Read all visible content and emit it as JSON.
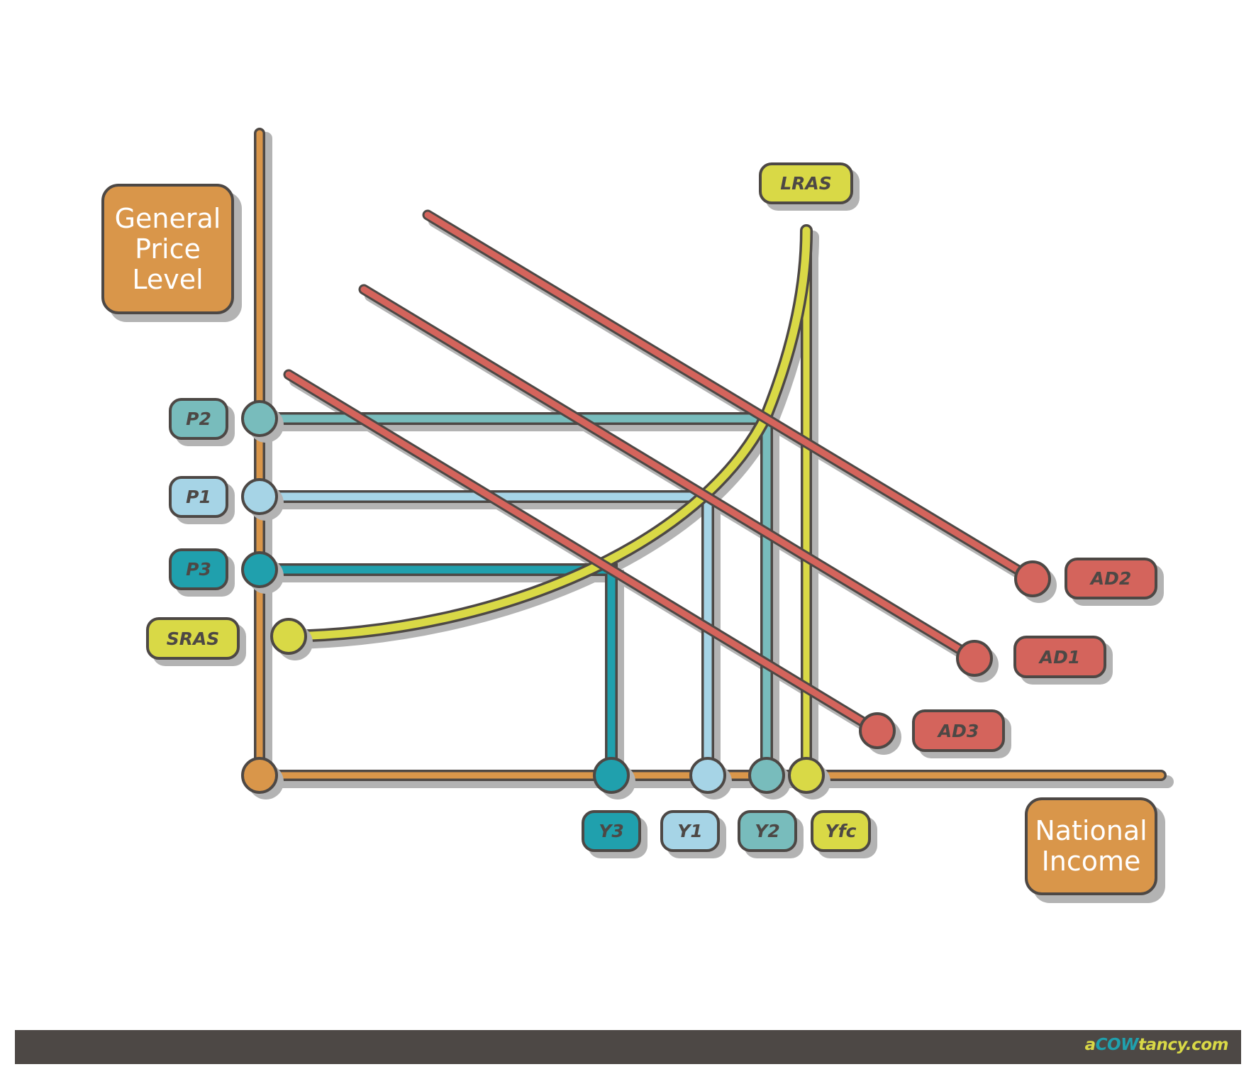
{
  "axes": {
    "y_label": "General\nPrice\nLevel",
    "y_label_lines": [
      "General",
      "Price",
      "Level"
    ],
    "x_label_lines": [
      "National",
      "Income"
    ]
  },
  "labels": {
    "lras": "LRAS",
    "sras": "SRAS",
    "p2": "P2",
    "p1": "P1",
    "p3": "P3",
    "ad2": "AD2",
    "ad1": "AD1",
    "ad3": "AD3",
    "y3": "Y3",
    "y1": "Y1",
    "y2": "Y2",
    "yfc": "Yfc"
  },
  "colors": {
    "axis": "#d9964a",
    "outline": "#4d4845",
    "shadow": "#b3b3b3",
    "ad": "#d4645c",
    "supply": "#d9d946",
    "p1_y1": "#a6d4e6",
    "p2_y2": "#78bcbc",
    "p3_y3": "#20a0ad",
    "footer": "#4d4845"
  },
  "footer": {
    "brand_a": "a",
    "brand_cow": "COW",
    "brand_rest": "tancy.com"
  },
  "chart_data": {
    "type": "line",
    "title": "",
    "xlabel": "National Income",
    "ylabel": "General Price Level",
    "series": [
      {
        "name": "AD2",
        "points": [
          [
            603,
            303
          ],
          [
            1456,
            816
          ]
        ]
      },
      {
        "name": "AD1",
        "points": [
          [
            513,
            408
          ],
          [
            1374,
            928
          ]
        ]
      },
      {
        "name": "AD3",
        "points": [
          [
            407,
            528
          ],
          [
            1237,
            1030
          ]
        ]
      },
      {
        "name": "SRAS",
        "shape": "convex curve rising to LRAS"
      },
      {
        "name": "LRAS",
        "shape": "vertical at Yfc"
      }
    ],
    "equilibria": [
      {
        "price": "P1",
        "output": "Y1",
        "curve": "AD1 ∩ SRAS"
      },
      {
        "price": "P2",
        "output": "Y2",
        "curve": "AD2 ∩ SRAS"
      },
      {
        "price": "P3",
        "output": "Y3",
        "curve": "AD3 ∩ SRAS"
      }
    ],
    "y_ticks": [
      "P2",
      "P1",
      "P3"
    ],
    "x_ticks": [
      "Y3",
      "Y1",
      "Y2",
      "Yfc"
    ],
    "grid": false
  }
}
